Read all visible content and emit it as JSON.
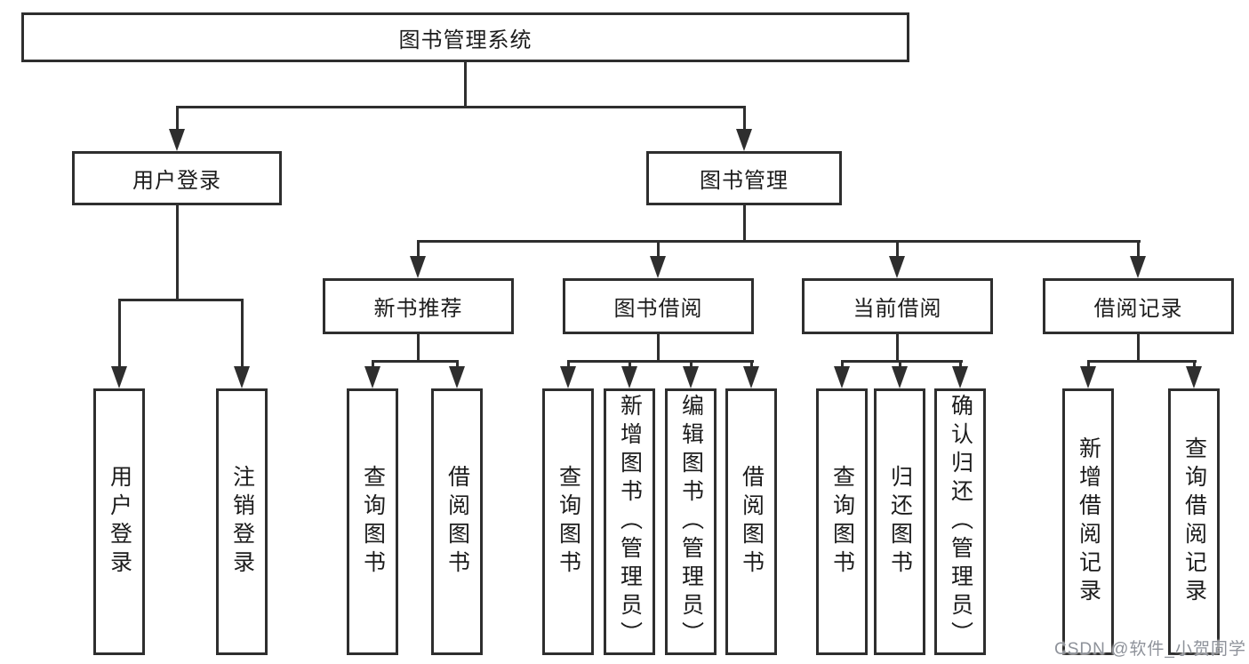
{
  "diagram": {
    "title": "图书管理系统",
    "watermark": "CSDN @软件_小贺同学",
    "colors": {
      "line": "#2e2e2e",
      "text": "#1c1c1c",
      "background": "#ffffff",
      "watermark": "#8e929a"
    },
    "nodes": [
      {
        "id": "root",
        "label": "图书管理系统",
        "parent": null,
        "orientation": "horizontal"
      },
      {
        "id": "user-login",
        "label": "用户登录",
        "parent": "root",
        "orientation": "horizontal"
      },
      {
        "id": "book-mgmt",
        "label": "图书管理",
        "parent": "root",
        "orientation": "horizontal"
      },
      {
        "id": "new-book-rec",
        "label": "新书推荐",
        "parent": "book-mgmt",
        "orientation": "horizontal"
      },
      {
        "id": "book-borrow",
        "label": "图书借阅",
        "parent": "book-mgmt",
        "orientation": "horizontal"
      },
      {
        "id": "current-borrow",
        "label": "当前借阅",
        "parent": "book-mgmt",
        "orientation": "horizontal"
      },
      {
        "id": "borrow-records",
        "label": "借阅记录",
        "parent": "book-mgmt",
        "orientation": "horizontal"
      },
      {
        "id": "ul-user-login",
        "label": "用户登录",
        "parent": "user-login",
        "orientation": "vertical"
      },
      {
        "id": "ul-logout",
        "label": "注销登录",
        "parent": "user-login",
        "orientation": "vertical"
      },
      {
        "id": "nb-query-books",
        "label": "查询图书",
        "parent": "new-book-rec",
        "orientation": "vertical"
      },
      {
        "id": "nb-borrow-books",
        "label": "借阅图书",
        "parent": "new-book-rec",
        "orientation": "vertical"
      },
      {
        "id": "bb-query-books",
        "label": "查询图书",
        "parent": "book-borrow",
        "orientation": "vertical"
      },
      {
        "id": "bb-add-books",
        "label": "新增图书（管理员）",
        "parent": "book-borrow",
        "orientation": "vertical"
      },
      {
        "id": "bb-edit-books",
        "label": "编辑图书（管理员）",
        "parent": "book-borrow",
        "orientation": "vertical"
      },
      {
        "id": "bb-borrow-books",
        "label": "借阅图书",
        "parent": "book-borrow",
        "orientation": "vertical"
      },
      {
        "id": "cb-query-books",
        "label": "查询图书",
        "parent": "current-borrow",
        "orientation": "vertical"
      },
      {
        "id": "cb-return-books",
        "label": "归还图书",
        "parent": "current-borrow",
        "orientation": "vertical"
      },
      {
        "id": "cb-confirm-return",
        "label": "确认归还（管理员）",
        "parent": "current-borrow",
        "orientation": "vertical"
      },
      {
        "id": "br-add-record",
        "label": "新增借阅记录",
        "parent": "borrow-records",
        "orientation": "vertical"
      },
      {
        "id": "br-query-record",
        "label": "查询借阅记录",
        "parent": "borrow-records",
        "orientation": "vertical"
      }
    ]
  }
}
